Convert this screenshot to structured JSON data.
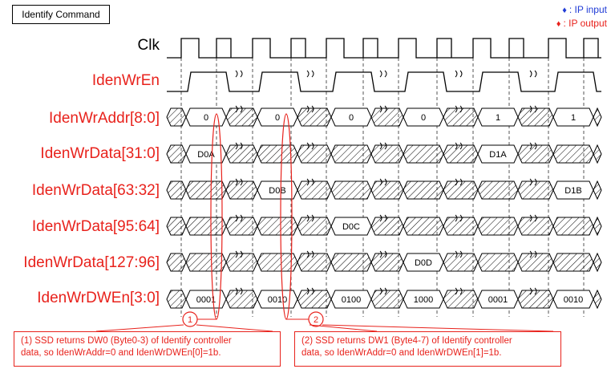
{
  "header": {
    "title": "Identify Command"
  },
  "legend": {
    "input": {
      "mark": "♦",
      "text": ": IP input",
      "color": "#1f3bd6"
    },
    "output": {
      "mark": "♦",
      "text": ": IP output",
      "color": "#e8221c"
    }
  },
  "signals": [
    {
      "name": "Clk",
      "kind": "clock"
    },
    {
      "name": "IdenWrEn",
      "kind": "enable"
    },
    {
      "name": "IdenWrAddr[8:0]",
      "kind": "bus",
      "values": [
        "0",
        "0",
        "0",
        "0",
        "1",
        "1"
      ]
    },
    {
      "name": "IdenWrData[31:0]",
      "kind": "bus",
      "values": [
        "D0A",
        "",
        "",
        "",
        "D1A",
        ""
      ]
    },
    {
      "name": "IdenWrData[63:32]",
      "kind": "bus",
      "values": [
        "",
        "D0B",
        "",
        "",
        "",
        "D1B"
      ]
    },
    {
      "name": "IdenWrData[95:64]",
      "kind": "bus",
      "values": [
        "",
        "",
        "D0C",
        "",
        "",
        ""
      ]
    },
    {
      "name": "IdenWrData[127:96]",
      "kind": "bus",
      "values": [
        "",
        "",
        "",
        "D0D",
        "",
        ""
      ]
    },
    {
      "name": "IdenWrDWEn[3:0]",
      "kind": "bus",
      "values": [
        "0001",
        "0010",
        "0100",
        "1000",
        "0001",
        "0010"
      ]
    }
  ],
  "callouts": [
    {
      "number": "1",
      "text_line1": "(1) SSD returns DW0 (Byte0-3) of Identify controller",
      "text_line2": "data, so IdenWrAddr=0 and IdenWrDWEn[0]=1b."
    },
    {
      "number": "2",
      "text_line1": "(2) SSD returns DW1 (Byte4-7) of Identify controller",
      "text_line2": "data, so IdenWrAddr=0 and IdenWrDWEn[1]=1b."
    }
  ],
  "colors": {
    "signal": "#e8221c",
    "clock": "#000000",
    "wave": "#000000",
    "guide": "#555555"
  }
}
